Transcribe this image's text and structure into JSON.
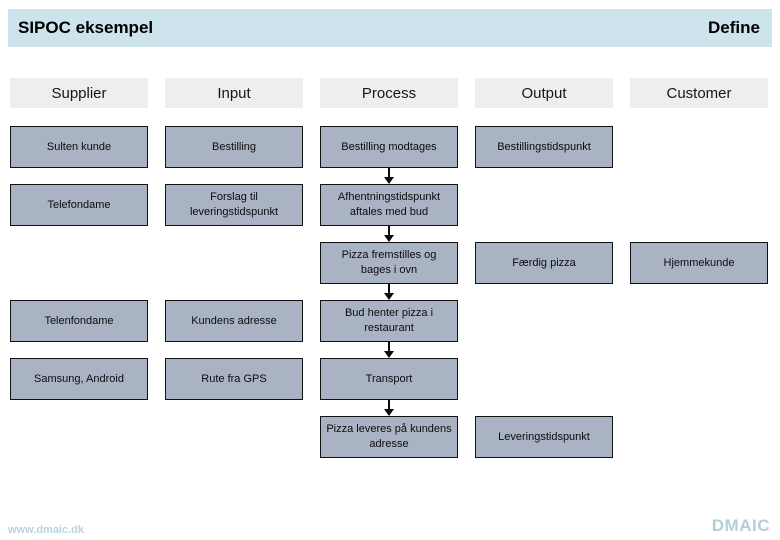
{
  "header": {
    "title": "SIPOC eksempel",
    "phase": "Define"
  },
  "columns": [
    "Supplier",
    "Input",
    "Process",
    "Output",
    "Customer"
  ],
  "boxes": [
    {
      "col": 1,
      "row": 1,
      "text": "Sulten kunde"
    },
    {
      "col": 2,
      "row": 1,
      "text": "Bestilling"
    },
    {
      "col": 3,
      "row": 1,
      "text": "Bestilling modtages"
    },
    {
      "col": 4,
      "row": 1,
      "text": "Bestillingstidspunkt"
    },
    {
      "col": 1,
      "row": 2,
      "text": "Telefondame"
    },
    {
      "col": 2,
      "row": 2,
      "text": "Forslag til leveringstidspunkt"
    },
    {
      "col": 3,
      "row": 2,
      "text": "Afhentningstidspunkt aftales med bud"
    },
    {
      "col": 3,
      "row": 3,
      "text": "Pizza fremstilles og bages i ovn"
    },
    {
      "col": 4,
      "row": 3,
      "text": "Færdig pizza"
    },
    {
      "col": 5,
      "row": 3,
      "text": "Hjemmekunde"
    },
    {
      "col": 1,
      "row": 4,
      "text": "Telenfondame"
    },
    {
      "col": 2,
      "row": 4,
      "text": "Kundens adresse"
    },
    {
      "col": 3,
      "row": 4,
      "text": "Bud henter pizza i restaurant"
    },
    {
      "col": 1,
      "row": 5,
      "text": "Samsung, Android"
    },
    {
      "col": 2,
      "row": 5,
      "text": "Rute fra GPS"
    },
    {
      "col": 3,
      "row": 5,
      "text": "Transport"
    },
    {
      "col": 3,
      "row": 6,
      "text": "Pizza leveres på kundens adresse"
    },
    {
      "col": 4,
      "row": 6,
      "text": "Leveringstidspunkt"
    }
  ],
  "arrows": [
    {
      "col": 3,
      "from_row": 1,
      "to_row": 2
    },
    {
      "col": 3,
      "from_row": 2,
      "to_row": 3
    },
    {
      "col": 3,
      "from_row": 3,
      "to_row": 4
    },
    {
      "col": 3,
      "from_row": 4,
      "to_row": 5
    },
    {
      "col": 3,
      "from_row": 5,
      "to_row": 6
    }
  ],
  "footer": {
    "website": "www.dmaic.dk",
    "logo": "DMAIC"
  },
  "colors": {
    "title_bar_bg": "#cee4ec",
    "column_header_bg": "#eeeeee",
    "box_fill": "#a9b3c4",
    "box_border": "#111111",
    "footer_text": "#b9d3de",
    "logo_text": "#b3cedb"
  }
}
